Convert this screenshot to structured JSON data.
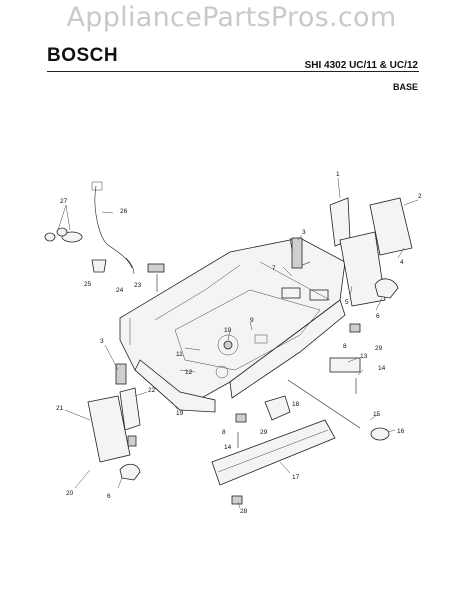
{
  "header": {
    "watermark": "AppliancePartsPros.com",
    "brand": "BOSCH",
    "model": "SHI 4302 UC/11 & UC/12",
    "section": "BASE"
  },
  "callouts": [
    {
      "id": "c1",
      "label": "1"
    },
    {
      "id": "c2",
      "label": "2"
    },
    {
      "id": "c3a",
      "label": "3"
    },
    {
      "id": "c3b",
      "label": "3"
    },
    {
      "id": "c4",
      "label": "4"
    },
    {
      "id": "c5",
      "label": "5"
    },
    {
      "id": "c6a",
      "label": "6"
    },
    {
      "id": "c6b",
      "label": "6"
    },
    {
      "id": "c7",
      "label": "7"
    },
    {
      "id": "c8a",
      "label": "8"
    },
    {
      "id": "c8b",
      "label": "8"
    },
    {
      "id": "c9",
      "label": "9"
    },
    {
      "id": "c10",
      "label": "10"
    },
    {
      "id": "c11",
      "label": "11"
    },
    {
      "id": "c12",
      "label": "12"
    },
    {
      "id": "c13",
      "label": "13"
    },
    {
      "id": "c14a",
      "label": "14"
    },
    {
      "id": "c14b",
      "label": "14"
    },
    {
      "id": "c15",
      "label": "15"
    },
    {
      "id": "c16",
      "label": "16"
    },
    {
      "id": "c17",
      "label": "17"
    },
    {
      "id": "c18",
      "label": "18"
    },
    {
      "id": "c19",
      "label": "19"
    },
    {
      "id": "c20",
      "label": "20"
    },
    {
      "id": "c21",
      "label": "21"
    },
    {
      "id": "c22",
      "label": "22"
    },
    {
      "id": "c23",
      "label": "23"
    },
    {
      "id": "c24",
      "label": "24"
    },
    {
      "id": "c25",
      "label": "25"
    },
    {
      "id": "c26",
      "label": "26"
    },
    {
      "id": "c27",
      "label": "27"
    },
    {
      "id": "c28",
      "label": "28"
    },
    {
      "id": "c29a",
      "label": "29"
    },
    {
      "id": "c29b",
      "label": "29"
    }
  ]
}
